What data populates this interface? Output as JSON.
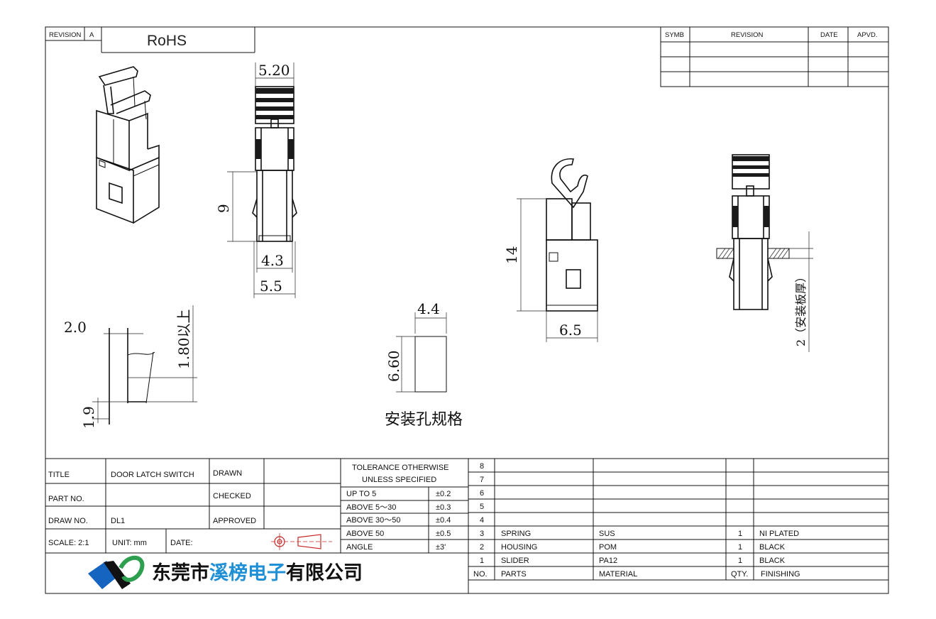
{
  "revision_header": {
    "revision_label": "REVISION",
    "revision_value": "A",
    "rohs": "RoHS"
  },
  "revision_table": {
    "headers": [
      "SYMB",
      "REVISION",
      "DATE",
      "APVD."
    ],
    "rows": [
      [
        "",
        "",
        "",
        ""
      ],
      [
        "",
        "",
        "",
        ""
      ],
      [
        "",
        "",
        "",
        ""
      ]
    ]
  },
  "dimensions": {
    "front_width_top": "5.20",
    "front_height": "9",
    "front_width_mid": "4.3",
    "front_width_bottom": "5.5",
    "detail_a": "2.0",
    "detail_b": "1.80以上",
    "detail_c": "1.9",
    "hole_width": "4.4",
    "hole_height": "6.60",
    "hole_caption": "安装孔规格",
    "side_height": "14",
    "side_width": "6.5",
    "panel_thickness": "2（安装板厚）"
  },
  "title_block": {
    "title_label": "TITLE",
    "title_value": "DOOR LATCH SWITCH",
    "part_no_label": "PART NO.",
    "part_no_value": "",
    "draw_no_label": "DRAW NO.",
    "draw_no_value": "DL1",
    "scale": "SCALE: 2:1",
    "unit": "UNIT: mm",
    "date": "DATE:",
    "drawn": "DRAWN",
    "checked": "CHECKED",
    "approved": "APPROVED"
  },
  "tolerance": {
    "header_line1": "TOLERANCE OTHERWISE",
    "header_line2": "UNLESS SPECIFIED",
    "rows": [
      {
        "range": "UP TO 5",
        "tol": "±0.2"
      },
      {
        "range": "ABOVE 5～30",
        "tol": "±0.3"
      },
      {
        "range": "ABOVE 30～50",
        "tol": "±0.4"
      },
      {
        "range": "ABOVE 50",
        "tol": "±0.5"
      },
      {
        "range": "ANGLE",
        "tol": "±3'"
      }
    ]
  },
  "bom": {
    "header": {
      "no": "NO.",
      "parts": "PARTS",
      "material": "MATERIAL",
      "qty": "QTY.",
      "finishing": "FINISHING"
    },
    "rows": [
      {
        "no": "8",
        "parts": "",
        "material": "",
        "qty": "",
        "finishing": ""
      },
      {
        "no": "7",
        "parts": "",
        "material": "",
        "qty": "",
        "finishing": ""
      },
      {
        "no": "6",
        "parts": "",
        "material": "",
        "qty": "",
        "finishing": ""
      },
      {
        "no": "5",
        "parts": "",
        "material": "",
        "qty": "",
        "finishing": ""
      },
      {
        "no": "4",
        "parts": "",
        "material": "",
        "qty": "",
        "finishing": ""
      },
      {
        "no": "3",
        "parts": "SPRING",
        "material": "SUS",
        "qty": "1",
        "finishing": "NI PLATED"
      },
      {
        "no": "2",
        "parts": "HOUSING",
        "material": "POM",
        "qty": "1",
        "finishing": "BLACK"
      },
      {
        "no": "1",
        "parts": "SLIDER",
        "material": "PA12",
        "qty": "1",
        "finishing": "BLACK"
      }
    ]
  },
  "company": {
    "part1": "东莞市",
    "part2": "溪榜电子",
    "part3": "有限公司",
    "color_dark": "#111111",
    "color_blue": "#1f8fd6",
    "logo_blue": "#1565c0",
    "logo_green": "#2e9f4f"
  }
}
